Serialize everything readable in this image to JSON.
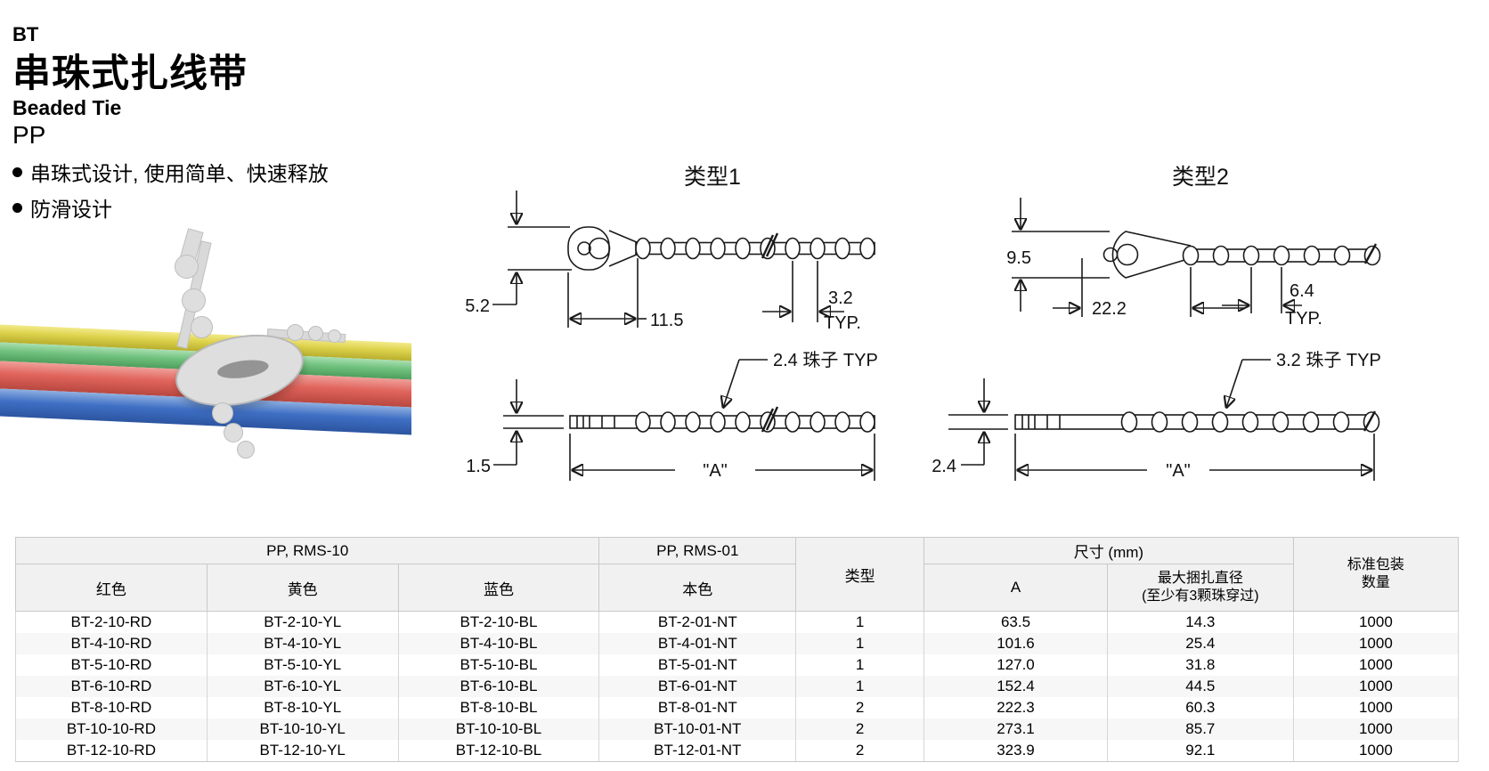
{
  "header": {
    "product_code": "BT",
    "title_zh": "串珠式扎线带",
    "title_en": "Beaded Tie",
    "material": "PP",
    "features": [
      "串珠式设计, 使用简单、快速释放",
      "防滑设计"
    ]
  },
  "photo": {
    "cable_colors": {
      "yellow": "#ddd24b",
      "green": "#72c27f",
      "red": "#e0645c",
      "blue": "#3f6fc4"
    },
    "tie_color": "#dedede"
  },
  "diagrams": {
    "type1": {
      "title": "类型1",
      "head_height": "5.2",
      "head_length": "11.5",
      "bead_pitch": "3.2",
      "pitch_typ": "TYP.",
      "bead_note": "2.4 珠子 TYP",
      "strap_thickness": "1.5",
      "length_label": "\"A\""
    },
    "type2": {
      "title": "类型2",
      "head_height": "9.5",
      "head_length": "22.2",
      "bead_pitch": "6.4",
      "pitch_typ": "TYP.",
      "bead_note": "3.2 珠子 TYP",
      "strap_thickness": "2.4",
      "length_label": "\"A\""
    }
  },
  "table": {
    "groups": {
      "rms10": "PP, RMS-10",
      "rms01": "PP, RMS-01",
      "type": "类型",
      "dims": "尺寸 (mm)",
      "packing1": "标准包装",
      "packing2": "数量"
    },
    "columns": {
      "red": "红色",
      "yellow": "黄色",
      "blue": "蓝色",
      "natural": "本色",
      "a": "A",
      "maxdia1": "最大捆扎直径",
      "maxdia2": "(至少有3颗珠穿过)"
    },
    "rows": [
      {
        "red": "BT-2-10-RD",
        "yellow": "BT-2-10-YL",
        "blue": "BT-2-10-BL",
        "natural": "BT-2-01-NT",
        "type": "1",
        "a": "63.5",
        "max_dia": "14.3",
        "qty": "1000"
      },
      {
        "red": "BT-4-10-RD",
        "yellow": "BT-4-10-YL",
        "blue": "BT-4-10-BL",
        "natural": "BT-4-01-NT",
        "type": "1",
        "a": "101.6",
        "max_dia": "25.4",
        "qty": "1000"
      },
      {
        "red": "BT-5-10-RD",
        "yellow": "BT-5-10-YL",
        "blue": "BT-5-10-BL",
        "natural": "BT-5-01-NT",
        "type": "1",
        "a": "127.0",
        "max_dia": "31.8",
        "qty": "1000"
      },
      {
        "red": "BT-6-10-RD",
        "yellow": "BT-6-10-YL",
        "blue": "BT-6-10-BL",
        "natural": "BT-6-01-NT",
        "type": "1",
        "a": "152.4",
        "max_dia": "44.5",
        "qty": "1000"
      },
      {
        "red": "BT-8-10-RD",
        "yellow": "BT-8-10-YL",
        "blue": "BT-8-10-BL",
        "natural": "BT-8-01-NT",
        "type": "2",
        "a": "222.3",
        "max_dia": "60.3",
        "qty": "1000"
      },
      {
        "red": "BT-10-10-RD",
        "yellow": "BT-10-10-YL",
        "blue": "BT-10-10-BL",
        "natural": "BT-10-01-NT",
        "type": "2",
        "a": "273.1",
        "max_dia": "85.7",
        "qty": "1000"
      },
      {
        "red": "BT-12-10-RD",
        "yellow": "BT-12-10-YL",
        "blue": "BT-12-10-BL",
        "natural": "BT-12-01-NT",
        "type": "2",
        "a": "323.9",
        "max_dia": "92.1",
        "qty": "1000"
      }
    ]
  }
}
